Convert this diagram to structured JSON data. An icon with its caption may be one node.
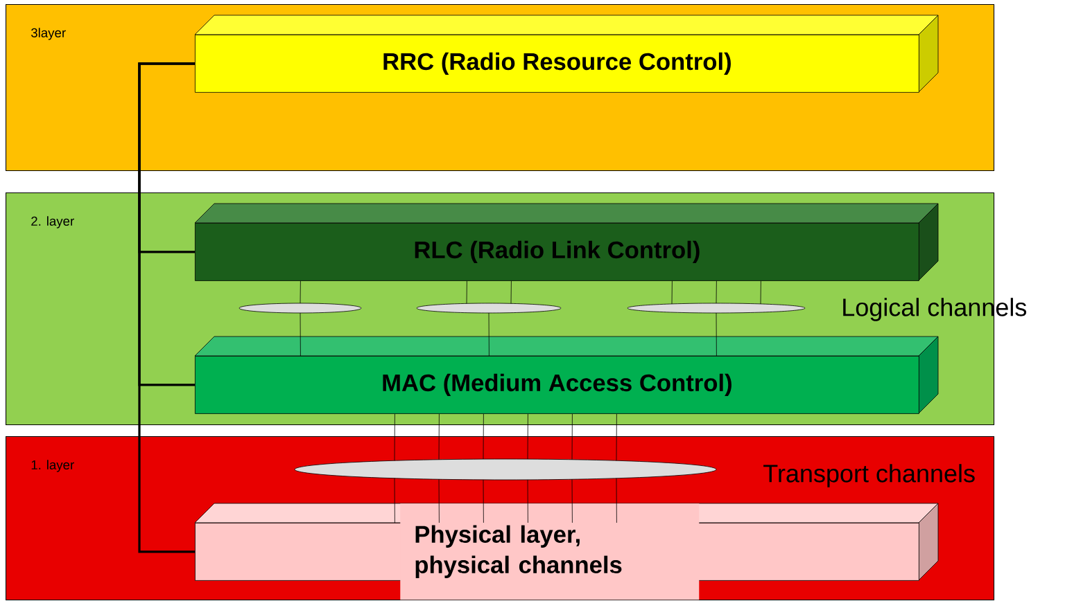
{
  "diagram": {
    "nodes": [
      {
        "text": [
          "3layer"
        ]
      },
      {
        "text": [
          "RRC (Radio Resource Control)"
        ],
        "in": 0
      },
      {
        "text": [
          "2. layer"
        ]
      },
      {
        "text": [
          "RLC (Radio Link Control)"
        ],
        "in": 2
      },
      {
        "text": [
          "MAC (Medium Access Control)"
        ],
        "in": 2
      },
      {
        "text": [],
        "shape": "ellipse",
        "in": 2
      },
      {
        "text": [],
        "shape": "ellipse",
        "in": 2
      },
      {
        "text": [],
        "shape": "ellipse",
        "in": 2
      },
      {
        "text": [
          "1. layer"
        ]
      },
      {
        "text": [],
        "shape": "ellipse",
        "in": 8
      },
      {
        "text": [
          "Physical layer, physical channels"
        ],
        "in": 8
      }
    ],
    "edges": [
      {
        "from": 1,
        "to": 3,
        "arrow": "none",
        "style": "thick"
      },
      {
        "from": 1,
        "to": 4,
        "arrow": "none",
        "style": "thick"
      },
      {
        "from": 1,
        "to": 10,
        "arrow": "none",
        "style": "thick"
      },
      {
        "from": 3,
        "to": 5,
        "arrow": "none"
      },
      {
        "from": 3,
        "to": 6,
        "arrow": "none"
      },
      {
        "from": 3,
        "to": 6,
        "arrow": "none"
      },
      {
        "from": 3,
        "to": 7,
        "arrow": "none"
      },
      {
        "from": 3,
        "to": 7,
        "arrow": "none"
      },
      {
        "from": 3,
        "to": 7,
        "arrow": "none"
      },
      {
        "from": 5,
        "to": 4,
        "arrow": "none"
      },
      {
        "from": 6,
        "to": 4,
        "arrow": "none"
      },
      {
        "from": 7,
        "to": 4,
        "arrow": "none"
      },
      {
        "from": 4,
        "to": 9,
        "arrow": "none"
      },
      {
        "from": 4,
        "to": 9,
        "arrow": "none"
      },
      {
        "from": 4,
        "to": 9,
        "arrow": "none"
      },
      {
        "from": 4,
        "to": 9,
        "arrow": "none"
      },
      {
        "from": 4,
        "to": 9,
        "arrow": "none"
      },
      {
        "from": 4,
        "to": 9,
        "arrow": "none"
      },
      {
        "from": 9,
        "to": 10,
        "arrow": "none"
      },
      {
        "from": 9,
        "to": 10,
        "arrow": "none"
      },
      {
        "from": 9,
        "to": 10,
        "arrow": "none"
      },
      {
        "from": 9,
        "to": 10,
        "arrow": "none"
      },
      {
        "from": 9,
        "to": 10,
        "arrow": "none"
      },
      {
        "from": 9,
        "to": 10,
        "arrow": "none"
      }
    ],
    "labels": [
      "Logical channels",
      "Transport channels"
    ]
  }
}
